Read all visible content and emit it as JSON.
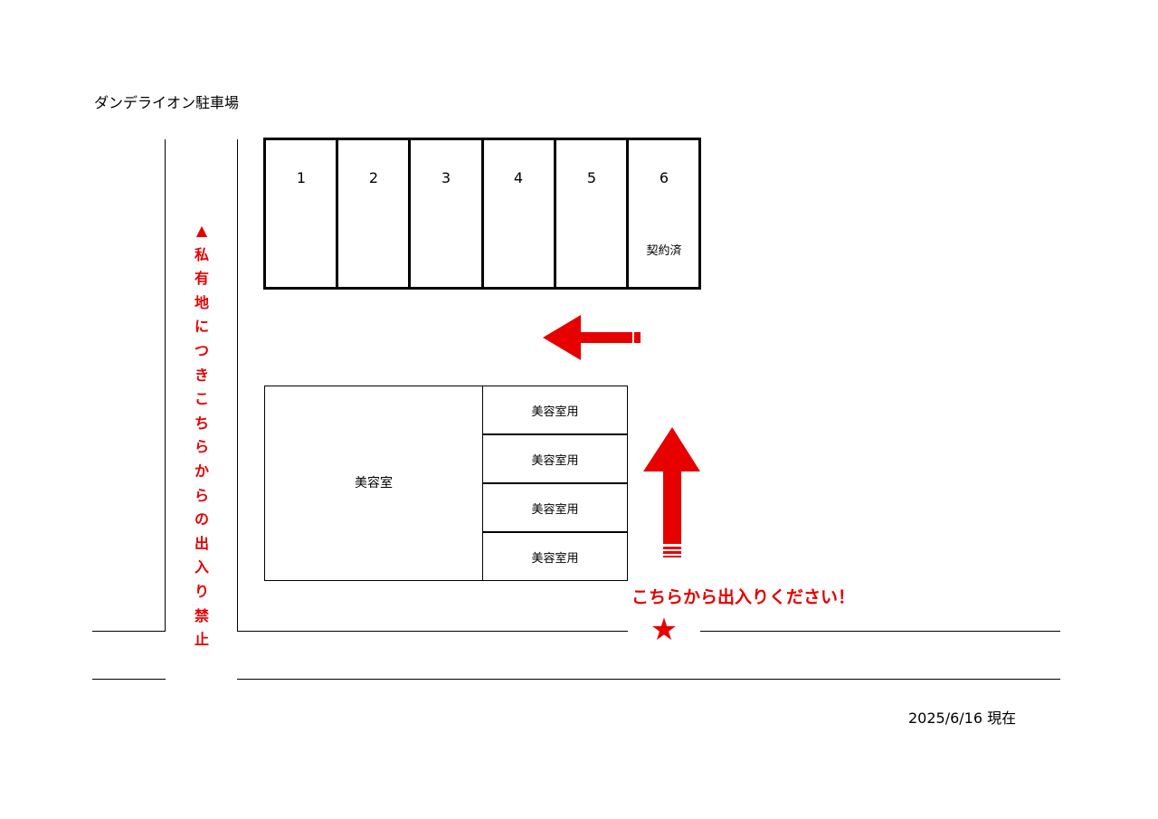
{
  "title": "ダンデライオン駐車場",
  "date": "2025/6/16 現在",
  "stalls": [
    {
      "number": "1",
      "note": ""
    },
    {
      "number": "2",
      "note": ""
    },
    {
      "number": "3",
      "note": ""
    },
    {
      "number": "4",
      "note": ""
    },
    {
      "number": "5",
      "note": ""
    },
    {
      "number": "6",
      "note": "契約済"
    }
  ],
  "salon": {
    "label": "美容室",
    "spaces": [
      "美容室用",
      "美容室用",
      "美容室用",
      "美容室用"
    ]
  },
  "no_entry": {
    "marker": "▲",
    "chars": [
      "私",
      "有",
      "地",
      "に",
      "つ",
      "き",
      "こ",
      "ち",
      "ら",
      "か",
      "ら",
      "の",
      "出",
      "入",
      "り",
      "禁",
      "止"
    ]
  },
  "entrance_text": "こちらから出入りください！",
  "entrance_marker": "★",
  "colors": {
    "accent": "#e60000",
    "line": "#000000"
  },
  "icons": [
    "arrow-left-icon",
    "arrow-up-icon",
    "star-icon"
  ]
}
